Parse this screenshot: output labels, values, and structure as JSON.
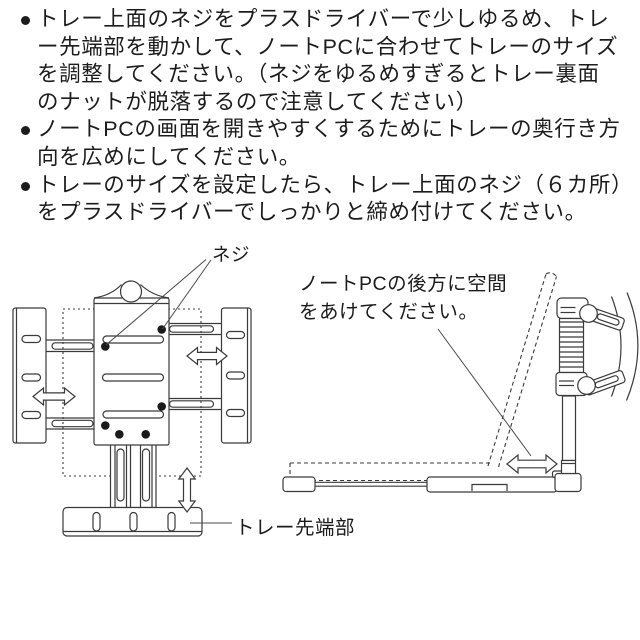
{
  "page": {
    "background": "#ffffff",
    "line_color": "#3a3a3a",
    "text_color": "#1c1c1c"
  },
  "instructions": [
    {
      "lines": [
        "トレー上面のネジをプラスドライバーで少しゆるめ、トレ",
        "ー先端部を動かして、ノートPCに合わせてトレーのサイズ",
        "を調整してください。（ネジをゆるめすぎるとトレー裏面",
        "のナットが脱落するので注意してください）"
      ]
    },
    {
      "lines": [
        "ノートPCの画面を開きやすくするためにトレーの奥行き方",
        "向を広めにしてください。"
      ]
    },
    {
      "lines": [
        "トレーのサイズを設定したら、トレー上面のネジ（６カ所）",
        "をプラスドライバーでしっかりと締め付けてください。"
      ]
    }
  ],
  "diagram_labels": {
    "screws": "ネジ",
    "space_note_line1": "ノートPCの後方に空間",
    "space_note_line2": "をあけてください。",
    "tray_tip": "トレー先端部"
  }
}
